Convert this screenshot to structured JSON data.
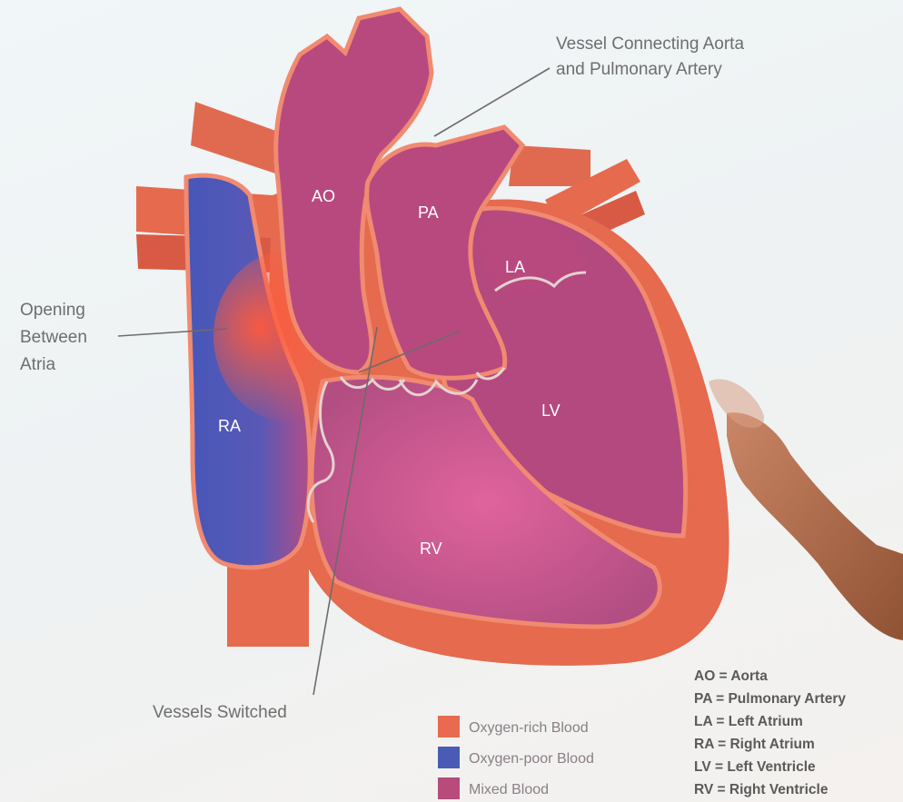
{
  "chambers": {
    "ao": "AO",
    "pa": "PA",
    "la": "LA",
    "ra": "RA",
    "lv": "LV",
    "rv": "RV"
  },
  "callouts": {
    "vessel_line1": "Vessel Connecting Aorta",
    "vessel_line2": "and Pulmonary Artery",
    "opening_line1": "Opening",
    "opening_line2": "Between",
    "opening_line3": "Atria",
    "switched": "Vessels Switched"
  },
  "legend": [
    {
      "label": "Oxygen-rich Blood",
      "color": "#e96a4e"
    },
    {
      "label": "Oxygen-poor Blood",
      "color": "#4a5bb5"
    },
    {
      "label": "Mixed Blood",
      "color": "#b64b7c"
    }
  ],
  "abbreviations": [
    "AO = Aorta",
    "PA = Pulmonary Artery",
    "LA = Left Atrium",
    "RA = Right Atrium",
    "LV = Left Ventricle",
    "RV = Right Ventricle"
  ],
  "colors": {
    "oxygen_rich": "#e96a4e",
    "oxygen_poor": "#4a5bb5",
    "mixed": "#b64b7c"
  }
}
